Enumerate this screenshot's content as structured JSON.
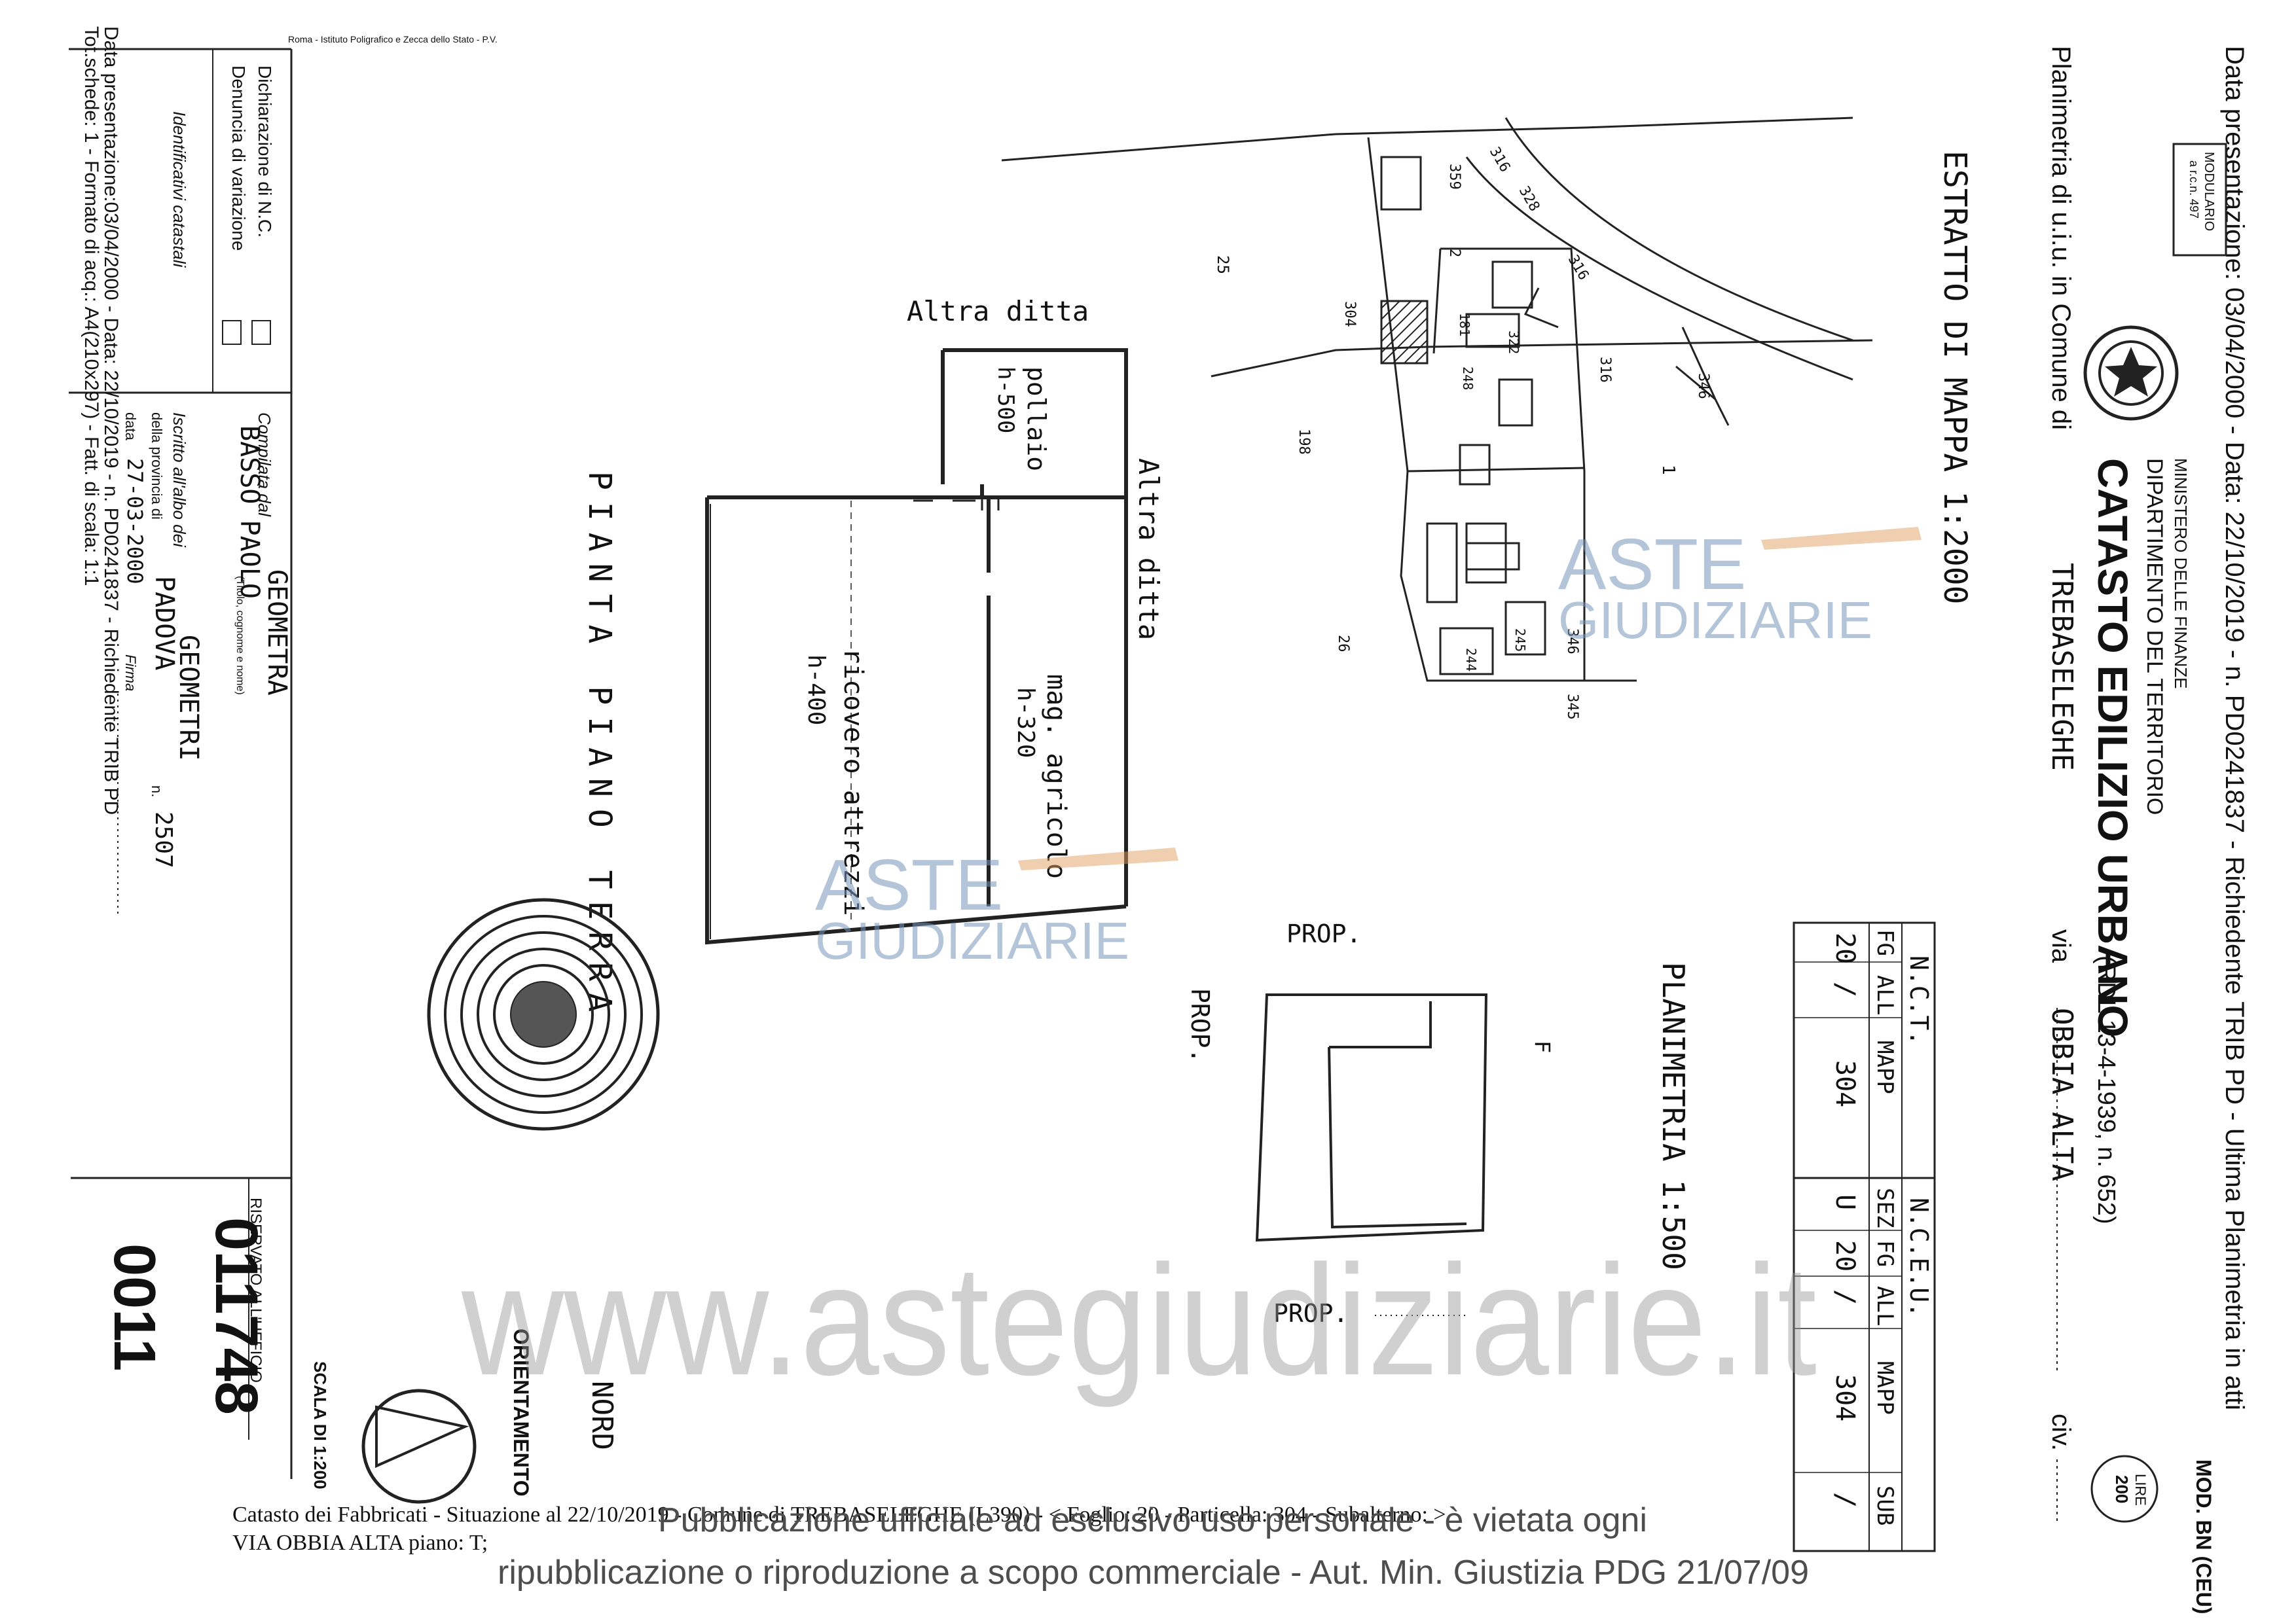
{
  "header": {
    "data_line": "Data presentazione: 03/04/2000 - Data: 22/10/2019 - n. PD0241837 - Richiedente TRIB PD - Ultima Planimetria in atti",
    "ministry": "MINISTERO DELLE FINANZE",
    "department": "DIPARTIMENTO DEL TERRITORIO",
    "catasto_title": "CATASTO EDILIZIO URBANO",
    "catasto_law": "(RDL 13-4-1939, n. 652)",
    "planimetria_label": "Planimetria di u.i.u. in Comune di",
    "comune": "TREBASELEGHE",
    "via_label": "via",
    "via": "OBBIA ALTA",
    "civ_label": "civ.",
    "modulario_line1": "MODULARIO",
    "modulario_line2": "a r.c.n. 497",
    "mod_label": "MOD. BN (CEU)",
    "lire": "LIRE",
    "lire_value": "200",
    "stamp_header": "Roma - Istituto Poligrafico e Zecca dello Stato - P.V."
  },
  "left_panel": {
    "declaration": "Dichiarazione di N.C.",
    "denuncia": "Denuncia di variazione",
    "identificativi": "Identificativi catastali",
    "compilata_dal": "Compilata dal",
    "titolo_label": "(Titolo, cognome e nome)",
    "geometra": "GEOMETRA",
    "name": "BASSO PAOLO",
    "iscritto": "Iscritto all'albo dei",
    "albo_value": "GEOMETRI",
    "provincia_label": "della provincia di",
    "provincia": "PADOVA",
    "numero_label": "n.",
    "numero": "2507",
    "data_label": "data",
    "data_value": "27-03-2000",
    "firma": "Firma",
    "side_a": "Data presentazione:03/04/2000 - Data: 22/10/2019 - n. PD0241837 - Richiedente TRIB PD",
    "side_b": "Tot.schede: 1 - Formato di acq.: A4(210x297) - Fatt. di scala: 1:1",
    "riservato": "RISERVATO ALL'UFFICIO",
    "stamp_number": "011748",
    "stamp_number2": "0011"
  },
  "drawing": {
    "estratto": "ESTRATTO DI MAPPA 1:2000",
    "planimetria_scale": "PLANIMETRIA 1:500",
    "altra_ditta_1": "Altra ditta",
    "altra_ditta_2": "Altra ditta",
    "pollaio": "pollaio",
    "pollaio_h": "h-500",
    "magazzino": "mag. agricolo",
    "magazzino_h": "h-320",
    "ricovero": "ricovero attrezzi",
    "ricovero_h": "h-400",
    "pianta": "PIANTA PIANO TERRA",
    "prop_1": "PROP.",
    "prop_2": "PROP.",
    "prop_3": "PROP.",
    "f_label": "F",
    "nord": "NORD",
    "orientamento": "ORIENTAMENTO",
    "scala_di": "SCALA DI 1:200",
    "map_numbers": [
      "316",
      "328",
      "316",
      "359",
      "2",
      "304",
      "181",
      "322",
      "316",
      "346",
      "1",
      "248",
      "25",
      "198",
      "26",
      "346",
      "345",
      "244",
      "245"
    ]
  },
  "nct_table": {
    "nct_title": "N.C.T.",
    "nceu_title": "N.C.E.U.",
    "headers_left": [
      "FG",
      "ALL",
      "MAPP"
    ],
    "headers_right": [
      "SEZ",
      "FG",
      "ALL",
      "MAPP",
      "SUB"
    ],
    "values_left": [
      "20",
      "/",
      "304"
    ],
    "values_right": [
      "U",
      "20",
      "/",
      "304",
      "/"
    ]
  },
  "watermark": {
    "logo_1": "ASTE",
    "logo_2": "GIUDIZIARIE",
    "big": "www.astegiudiziarie.it",
    "footer_1": "Pubblicazione ufficiale ad esclusivo uso personale - è vietata ogni",
    "footer_2": "ripubblicazione o riproduzione a scopo commerciale - Aut. Min. Giustizia PDG 21/07/09"
  },
  "catasto_footer": {
    "line1": "Catasto dei Fabbricati - Situazione al 22/10/2019 - Comune di TREBASELEGHE (L390) - < Foglio: 20 - Particella: 304 - Subalterno: >",
    "line2": "VIA OBBIA ALTA piano: T;"
  }
}
